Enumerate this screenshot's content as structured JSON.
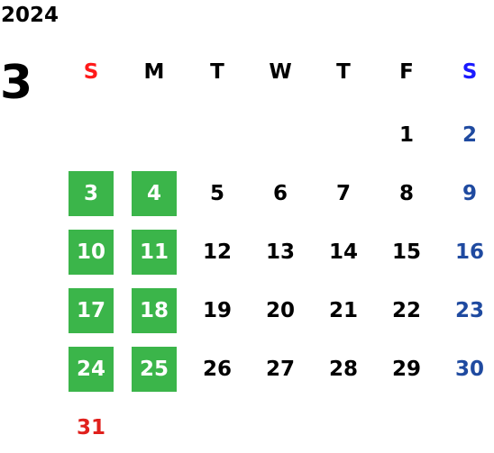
{
  "calendar": {
    "year": "2024",
    "month": "3",
    "weekdays": [
      "S",
      "M",
      "T",
      "W",
      "T",
      "F",
      "S"
    ],
    "colors": {
      "highlight": "#3bb54a",
      "sunday_header": "#ff1a1a",
      "saturday_header": "#1a1aff",
      "saturday_days": "#1f4aa0",
      "sunday_day_31": "#e0201c"
    },
    "weeks": [
      [
        "",
        "",
        "",
        "",
        "",
        "1",
        "2"
      ],
      [
        "3",
        "4",
        "5",
        "6",
        "7",
        "8",
        "9"
      ],
      [
        "10",
        "11",
        "12",
        "13",
        "14",
        "15",
        "16"
      ],
      [
        "17",
        "18",
        "19",
        "20",
        "21",
        "22",
        "23"
      ],
      [
        "24",
        "25",
        "26",
        "27",
        "28",
        "29",
        "30"
      ],
      [
        "31",
        "",
        "",
        "",
        "",
        "",
        ""
      ]
    ],
    "highlighted_days": [
      "3",
      "4",
      "10",
      "11",
      "17",
      "18",
      "24",
      "25"
    ]
  }
}
